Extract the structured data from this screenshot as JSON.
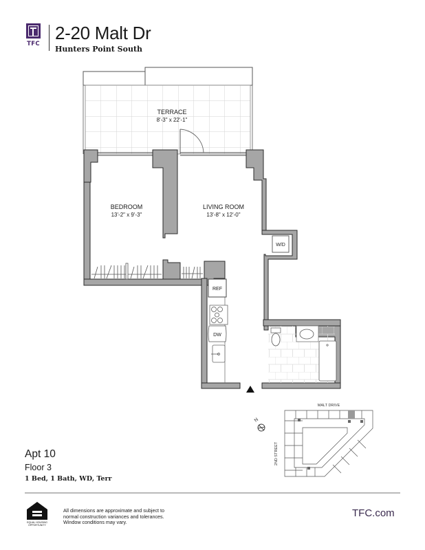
{
  "header": {
    "logo_text": "TFC",
    "title": "2-20 Malt Dr",
    "subtitle": "Hunters Point South"
  },
  "colors": {
    "brand_purple": "#4b2a6e",
    "wall_fill": "#a6a6a6",
    "wall_stroke": "#2b2b2b",
    "grid_line": "#d3d3d3"
  },
  "floor_plan": {
    "rooms": [
      {
        "name": "TERRACE",
        "dimensions": "8'-3\" x 22'-1\""
      },
      {
        "name": "BEDROOM",
        "dimensions": "13'-2\" x 9'-3\""
      },
      {
        "name": "LIVING ROOM",
        "dimensions": "13'-8\" x 12'-0\""
      }
    ],
    "fixtures": {
      "washer_dryer": "W/D",
      "refrigerator": "REF",
      "dishwasher": "DW"
    },
    "entry_marker_icon": "entry-triangle-icon"
  },
  "key_plan": {
    "street_top": "MALT DRIVE",
    "street_left": "2ND STREET",
    "compass_label": "N"
  },
  "apartment": {
    "name": "Apt 10",
    "floor": "Floor 3",
    "description": "1 Bed, 1 Bath, WD, Terr"
  },
  "footer": {
    "eho_label_1": "EQUAL HOUSING",
    "eho_label_2": "OPPORTUNITY",
    "disclaimer": "All dimensions are approximate and subject to normal construction variances and tolerances. Window conditions may vary.",
    "website": "TFC.com"
  }
}
